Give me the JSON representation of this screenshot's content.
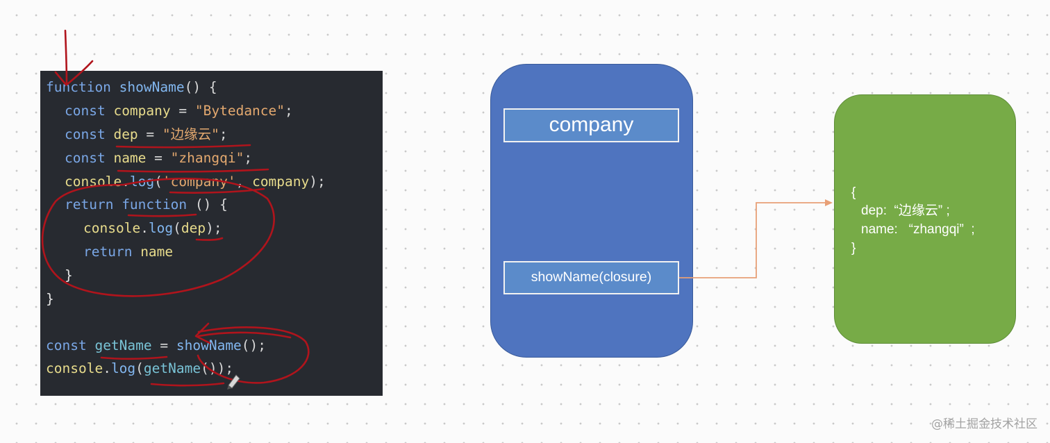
{
  "code_panel": {
    "lines": [
      {
        "tokens": [
          {
            "text": "function ",
            "type": "kw"
          },
          {
            "text": "showName",
            "type": "fn"
          },
          {
            "text": "() {",
            "type": "pn"
          }
        ]
      },
      {
        "tokens": [
          {
            "text": "const ",
            "type": "kw"
          },
          {
            "text": "company",
            "type": "var"
          },
          {
            "text": " = ",
            "type": "pn"
          },
          {
            "text": "\"Bytedance\"",
            "type": "str"
          },
          {
            "text": ";",
            "type": "pn"
          }
        ]
      },
      {
        "tokens": [
          {
            "text": "const ",
            "type": "kw"
          },
          {
            "text": "dep",
            "type": "var"
          },
          {
            "text": " = ",
            "type": "pn"
          },
          {
            "text": "\"边缘云\"",
            "type": "str"
          },
          {
            "text": ";",
            "type": "pn"
          }
        ]
      },
      {
        "tokens": [
          {
            "text": "const ",
            "type": "kw"
          },
          {
            "text": "name",
            "type": "var"
          },
          {
            "text": " = ",
            "type": "pn"
          },
          {
            "text": "\"zhangqi\"",
            "type": "str"
          },
          {
            "text": ";",
            "type": "pn"
          }
        ]
      },
      {
        "tokens": [
          {
            "text": "console",
            "type": "var"
          },
          {
            "text": ".",
            "type": "pn"
          },
          {
            "text": "log",
            "type": "fn"
          },
          {
            "text": "(",
            "type": "pn"
          },
          {
            "text": "'company'",
            "type": "str"
          },
          {
            "text": ", ",
            "type": "pn"
          },
          {
            "text": "company",
            "type": "var"
          },
          {
            "text": ");",
            "type": "pn"
          }
        ]
      },
      {
        "tokens": [
          {
            "text": "return ",
            "type": "kw"
          },
          {
            "text": "function",
            "type": "kw"
          },
          {
            "text": " () {",
            "type": "pn"
          }
        ]
      },
      {
        "tokens": [
          {
            "text": "console",
            "type": "var"
          },
          {
            "text": ".",
            "type": "pn"
          },
          {
            "text": "log",
            "type": "fn"
          },
          {
            "text": "(",
            "type": "pn"
          },
          {
            "text": "dep",
            "type": "var"
          },
          {
            "text": ");",
            "type": "pn"
          }
        ]
      },
      {
        "tokens": [
          {
            "text": "return ",
            "type": "kw"
          },
          {
            "text": "name",
            "type": "var"
          }
        ]
      },
      {
        "tokens": [
          {
            "text": "}",
            "type": "brace"
          }
        ]
      },
      {
        "tokens": [
          {
            "text": "}",
            "type": "brace"
          }
        ]
      },
      {
        "tokens": []
      },
      {
        "tokens": [
          {
            "text": "const ",
            "type": "kw"
          },
          {
            "text": "getName",
            "type": "vr"
          },
          {
            "text": " = ",
            "type": "pn"
          },
          {
            "text": "showName",
            "type": "fn"
          },
          {
            "text": "();",
            "type": "pn"
          }
        ]
      },
      {
        "tokens": [
          {
            "text": "console",
            "type": "var"
          },
          {
            "text": ".",
            "type": "pn"
          },
          {
            "text": "log",
            "type": "fn"
          },
          {
            "text": "(",
            "type": "pn"
          },
          {
            "text": "getName",
            "type": "vr"
          },
          {
            "text": "());",
            "type": "pn"
          }
        ]
      }
    ]
  },
  "scope_box": {
    "company_label": "company",
    "closure_label": "showName(closure)"
  },
  "closure_object": {
    "open_brace": "{",
    "dep_line": "dep:  “边缘云” ;",
    "name_line": "name:   “zhangqi”  ;",
    "close_brace": "}"
  },
  "watermark": "@稀土掘金技术社区",
  "colors": {
    "code_bg": "#272a30",
    "scope_fill": "#4f74bf",
    "closure_fill": "#77ab47",
    "arrow": "#e8a077",
    "annotation_ink": "#b0141c"
  }
}
